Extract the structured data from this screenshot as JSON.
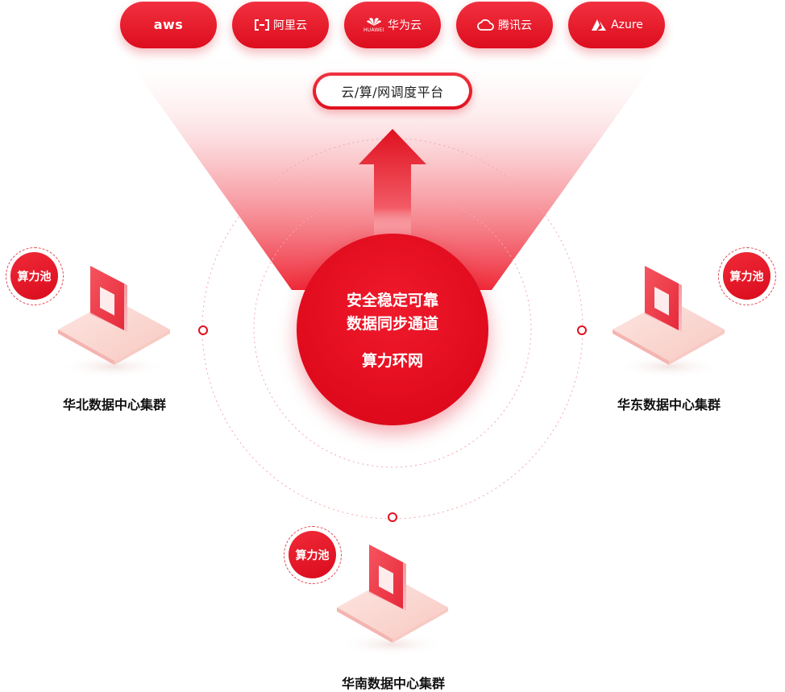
{
  "vendors": [
    {
      "name": "aws",
      "icon": "aws-smile-icon"
    },
    {
      "name": "阿里云",
      "icon": "aliyun-bracket-icon"
    },
    {
      "name": "华为云",
      "sub": "HUAWEI",
      "icon": "huawei-petal-icon"
    },
    {
      "name": "腾讯云",
      "icon": "tencent-cloud-icon"
    },
    {
      "name": "Azure",
      "icon": "azure-a-icon"
    }
  ],
  "platform": {
    "label": "云/算/网调度平台"
  },
  "core": {
    "line1": "安全稳定可靠",
    "line2": "数据同步通道",
    "line3": "算力环网"
  },
  "clusters": {
    "north": {
      "label": "华北数据中心集群",
      "pool": "算力池"
    },
    "east": {
      "label": "华东数据中心集群",
      "pool": "算力池"
    },
    "south": {
      "label": "华南数据中心集群",
      "pool": "算力池"
    }
  },
  "colors": {
    "accent": "#e00a1d",
    "accent_light": "#f5b3b8",
    "base": "#fbd9d4"
  }
}
